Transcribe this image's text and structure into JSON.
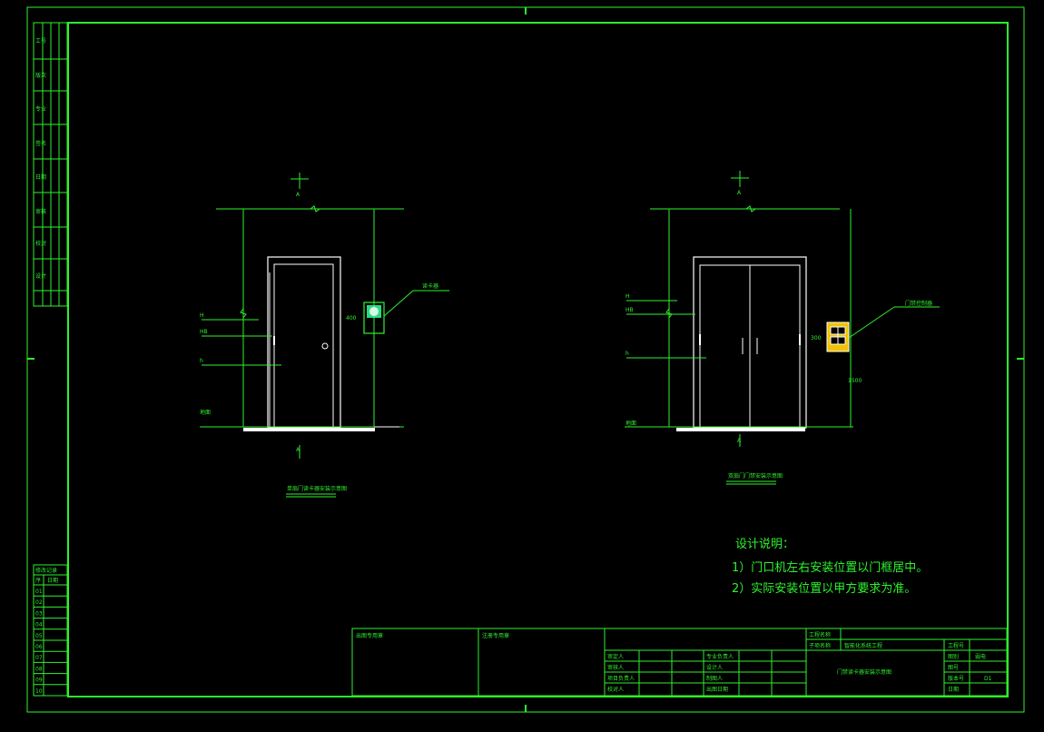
{
  "colors": {
    "frame": "#2ef22e",
    "door": "#ffffff",
    "background": "#000000",
    "reader_yellow": "#f2c200",
    "reader_cyan": "#33ff99"
  },
  "left_strip": {
    "labels": [
      "工号",
      "版次",
      "专业",
      "签名",
      "日期",
      "审核",
      "校对",
      "设计"
    ]
  },
  "revision": {
    "title": "修改记录",
    "header_no": "序",
    "header_date": "日期",
    "rows": [
      "01",
      "02",
      "03",
      "04",
      "05",
      "06",
      "07",
      "08",
      "09",
      "10"
    ]
  },
  "drawing_left": {
    "section_mark": "A",
    "callout": "读卡器",
    "dim_label": "400",
    "levels": [
      "H",
      "HB",
      "h",
      "地面"
    ],
    "caption": "单扇门读卡器安装示意图"
  },
  "drawing_right": {
    "section_mark": "A",
    "callout": "门禁控制器",
    "dim_label": "300",
    "dim_height": "1500",
    "levels": [
      "H",
      "HB",
      "h",
      "地面"
    ],
    "caption": "双扇门门禁安装示意图"
  },
  "notes": {
    "title": "设计说明：",
    "line1": "1）门口机左右安装位置以门框居中。",
    "line2": "2）实际安装位置以甲方要求为准。"
  },
  "title_block": {
    "stamp1": "出图专用章",
    "stamp2": "注册专用章",
    "project_label": "工程名称",
    "sub_label": "子项名称",
    "sub_value": "智能化系统工程",
    "drawing_name": "门禁读卡器安装示意图",
    "roles_left": [
      "审定人",
      "审核人",
      "项目负责人",
      "校对人"
    ],
    "roles_mid": [
      "专业负责人",
      "设计人",
      "制图人",
      "出图日期"
    ],
    "right_labels": [
      "工程号",
      "图别",
      "图号",
      "版本号",
      "日期"
    ],
    "right_values": [
      "",
      "弱电",
      "",
      "D1",
      ""
    ]
  }
}
